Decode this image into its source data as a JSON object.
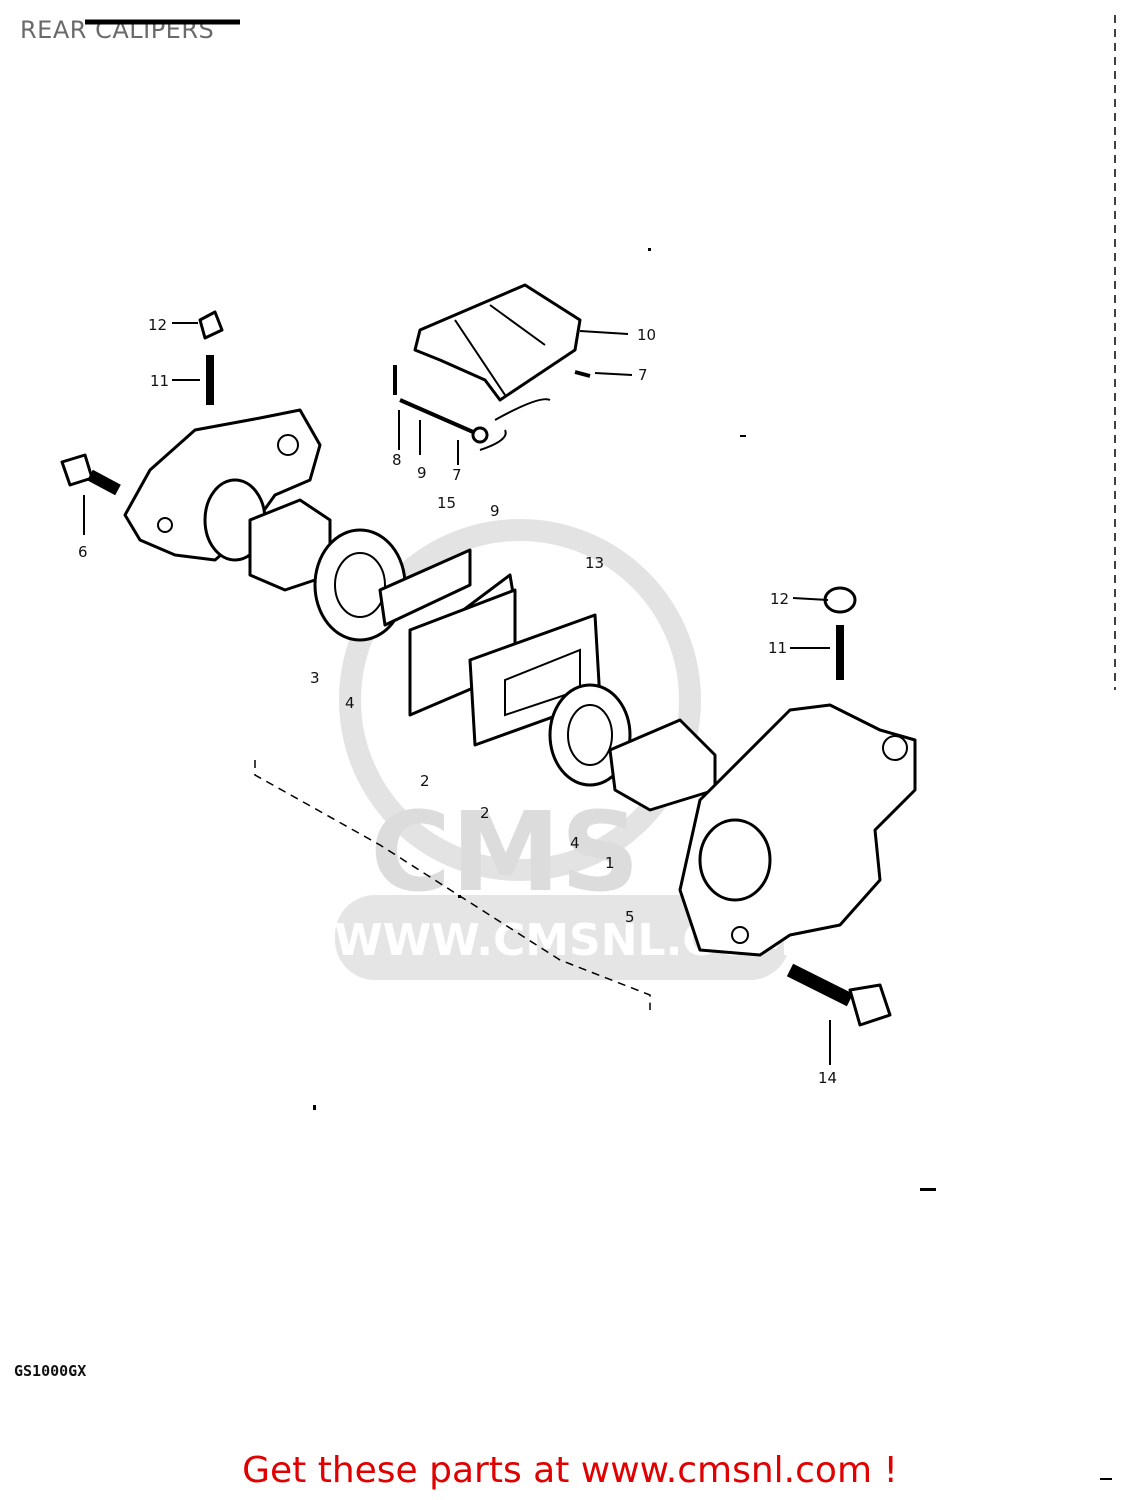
{
  "title": "REAR CALIPERS",
  "model": "GS1000GX",
  "watermark": {
    "brand": "CMS",
    "url": "WWW.CMSNL.COM"
  },
  "cta": "Get these parts at www.cmsnl.com !",
  "callouts": [
    "12",
    "11",
    "6",
    "10",
    "7",
    "8",
    "9",
    "7",
    "15",
    "9",
    "3",
    "4",
    "13",
    "12",
    "11",
    "2",
    "2",
    "4",
    "1",
    "5",
    "14"
  ]
}
